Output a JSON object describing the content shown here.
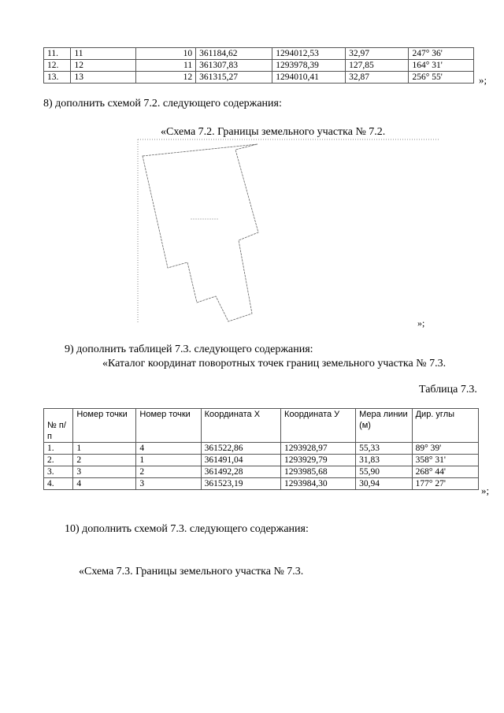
{
  "table1": {
    "rows": [
      [
        "11.",
        "11",
        "10",
        "361184,62",
        "1294012,53",
        "32,97",
        "247° 36'"
      ],
      [
        "12.",
        "12",
        "11",
        "361307,83",
        "1293978,39",
        "127,85",
        "164° 31'"
      ],
      [
        "13.",
        "13",
        "12",
        "361315,27",
        "1294010,41",
        "32,87",
        "256° 55'"
      ]
    ],
    "end": "»;"
  },
  "item8": "8) дополнить схемой 7.2. следующего содержания:",
  "scheme72": {
    "title": "«Схема 7.2. Границы земельного участка № 7.2.",
    "end": "»;"
  },
  "item9": "9)   дополнить таблицей 7.3. следующего содержания:",
  "catalog": "«Каталог координат поворотных точек границ земельного  участка № 7.3.",
  "table_caption": "Таблица 7.3.",
  "table2": {
    "headers": [
      "№ п/п",
      "Номер точки",
      "Номер точки",
      "Координата X",
      "Координата У",
      "Мера линии (м)",
      "Дир. углы"
    ],
    "rows": [
      [
        "1.",
        "1",
        "4",
        "361522,86",
        "1293928,97",
        "55,33",
        "89° 39'"
      ],
      [
        "2.",
        "2",
        "1",
        "361491,04",
        "1293929,79",
        "31,83",
        "358° 31'"
      ],
      [
        "3.",
        "3",
        "2",
        "361492,28",
        "1293985,68",
        "55,90",
        "268° 44'"
      ],
      [
        "4.",
        "4",
        "3",
        "361523,19",
        "1293984,30",
        "30,94",
        "177° 27'"
      ]
    ],
    "end": "»;"
  },
  "item10": "10) дополнить схемой 7.3. следующего содержания:",
  "scheme73_title": "«Схема 7.3. Границы земельного участка № 7.3."
}
